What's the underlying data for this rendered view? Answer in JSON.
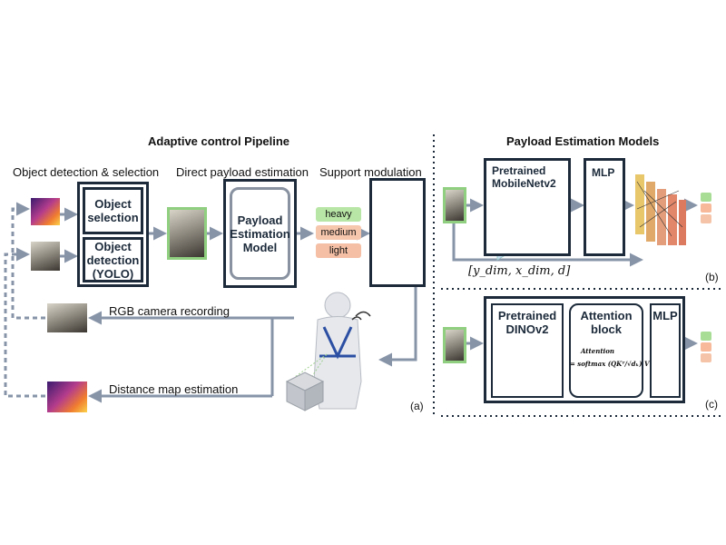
{
  "left_panel": {
    "title": "Adaptive control Pipeline",
    "steps": {
      "detection": "Object detection & selection",
      "estimation": "Direct payload estimation",
      "support": "Support modulation"
    },
    "detection_box": {
      "selection_label": "Object selection",
      "detection_label": "Object detection (YOLO)"
    },
    "model_label": "Payload Estimation Model",
    "classes": [
      "heavy",
      "medium",
      "light"
    ],
    "rgb_label": "RGB camera recording",
    "distance_label": "Distance map estimation",
    "panel_tag": "(a)"
  },
  "right_panel": {
    "title": "Payload Estimation Models",
    "model_b": {
      "backbone": "Pretrained MobileNetv2",
      "head": "MLP",
      "extra_input": "[y_dim, x_dim, d]",
      "panel_tag": "(b)"
    },
    "model_c": {
      "backbone": "Pretrained DINOv2",
      "attention": "Attention block",
      "formula_prefix": "Attention",
      "formula_body": "= softmax (QKᵀ/√dₖ) V",
      "head": "MLP",
      "panel_tag": "(c)"
    }
  },
  "colors": {
    "navy": "#1c2a3a",
    "arrow": "#8794a8",
    "heavy": "#b8e6a6",
    "medium": "#f6c6ad",
    "light": "#f4bfa5",
    "frame_green": "#8fcf7f"
  }
}
